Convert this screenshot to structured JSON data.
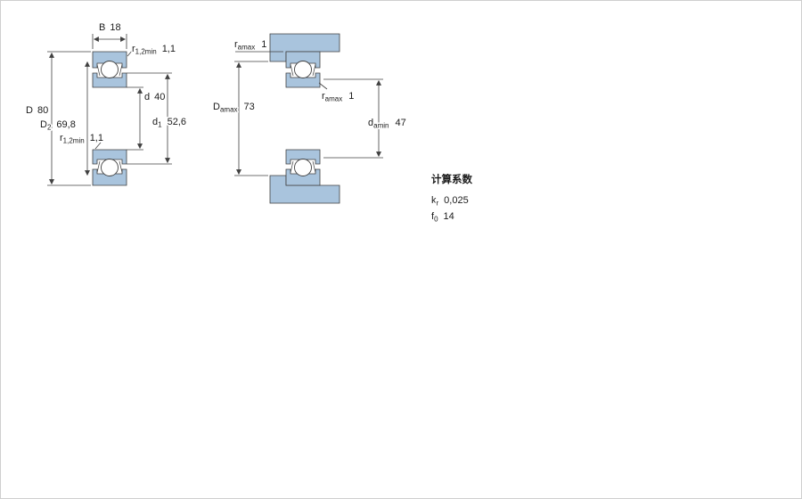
{
  "drawing": {
    "left_view": {
      "b": {
        "base": "B",
        "value": "18"
      },
      "r_top": {
        "base": "r",
        "sub": "1,2min",
        "value": "1,1"
      },
      "D": {
        "base": "D",
        "value": "80"
      },
      "D2": {
        "base": "D",
        "sub": "2",
        "value": "69,8"
      },
      "d": {
        "base": "d",
        "value": "40"
      },
      "d1": {
        "base": "d",
        "sub": "1",
        "value": "52,6"
      },
      "r_bottom": {
        "base": "r",
        "sub": "1,2min",
        "value": "1,1"
      }
    },
    "right_view": {
      "ra_top": {
        "base": "r",
        "sub": "amax",
        "value": "1"
      },
      "Da": {
        "base": "D",
        "sub": "amax",
        "value": "73"
      },
      "ra_mid": {
        "base": "r",
        "sub": "amax",
        "value": "1"
      },
      "da": {
        "base": "d",
        "sub": "amin",
        "value": "47"
      }
    },
    "factors": {
      "title": "计算系数",
      "kr": {
        "base": "k",
        "sub": "r",
        "value": "0,025"
      },
      "f0": {
        "base": "f",
        "sub": "0",
        "value": "14"
      }
    },
    "colors": {
      "bearing_fill": "#a9c4dd",
      "line": "#404040",
      "text": "#1a1a1a"
    }
  }
}
